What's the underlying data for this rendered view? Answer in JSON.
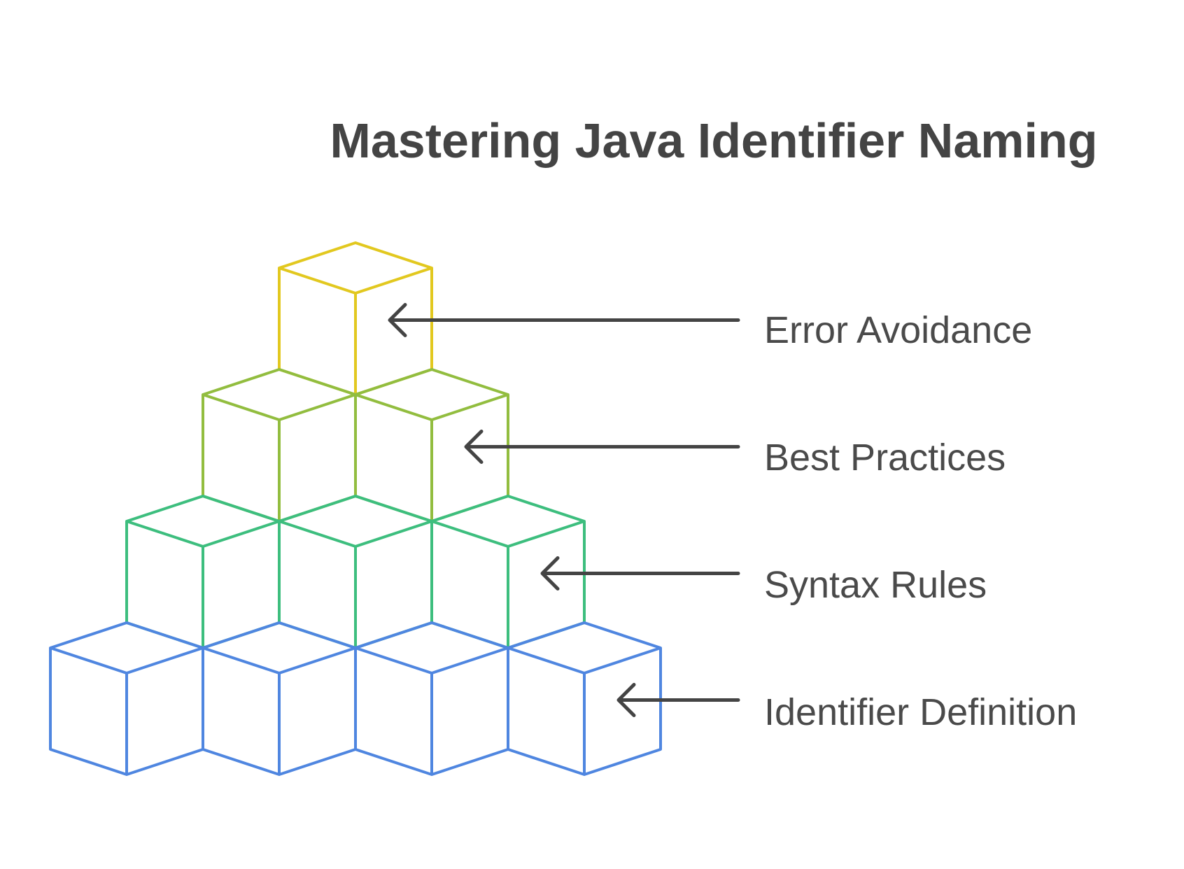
{
  "title": "Mastering Java Identifier Naming",
  "levels": [
    {
      "label": "Error Avoidance",
      "cubes": 1,
      "color": "#E2C81F"
    },
    {
      "label": "Best Practices",
      "cubes": 2,
      "color": "#92BD3F"
    },
    {
      "label": "Syntax Rules",
      "cubes": 3,
      "color": "#3DBE7E"
    },
    {
      "label": "Identifier Definition",
      "cubes": 4,
      "color": "#4F86E0"
    }
  ],
  "colors": {
    "title": "#444444",
    "label": "#4a4a4a",
    "arrow": "#444444"
  }
}
